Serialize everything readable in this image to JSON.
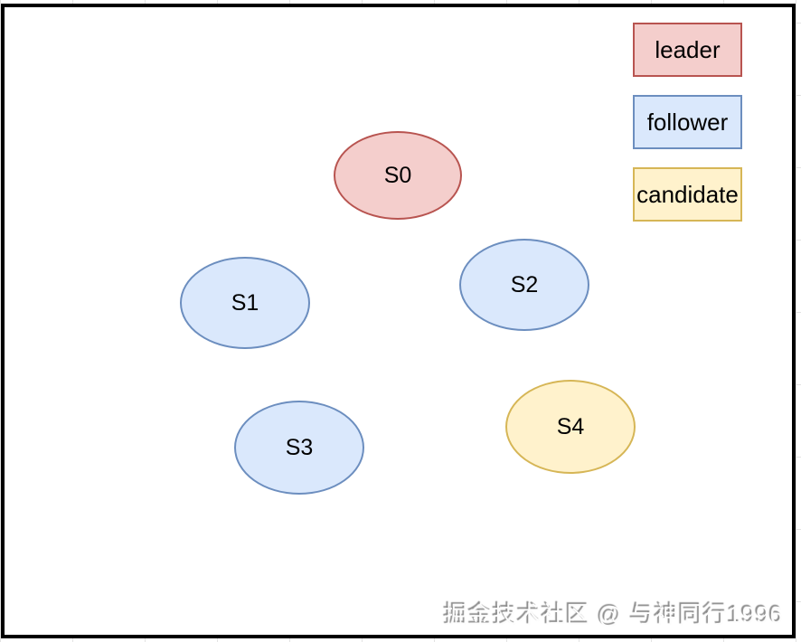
{
  "page": {
    "background": "#ffffff",
    "grid_color": "#e3e3e3",
    "frame_border_color": "#000000"
  },
  "legend": {
    "items": [
      {
        "label": "leader",
        "fill": "#f4cecc",
        "stroke": "#b85450"
      },
      {
        "label": "follower",
        "fill": "#dae8fc",
        "stroke": "#6c8ebf"
      },
      {
        "label": "candidate",
        "fill": "#fff2cc",
        "stroke": "#d6b656"
      }
    ]
  },
  "nodes": [
    {
      "label": "S0",
      "role": "leader",
      "fill": "#f4cecc",
      "stroke": "#b85450"
    },
    {
      "label": "S1",
      "role": "follower",
      "fill": "#dae8fc",
      "stroke": "#6c8ebf"
    },
    {
      "label": "S2",
      "role": "follower",
      "fill": "#dae8fc",
      "stroke": "#6c8ebf"
    },
    {
      "label": "S3",
      "role": "follower",
      "fill": "#dae8fc",
      "stroke": "#6c8ebf"
    },
    {
      "label": "S4",
      "role": "candidate",
      "fill": "#fff2cc",
      "stroke": "#d6b656"
    }
  ],
  "watermark": {
    "text": "掘金技术社区 @ 与神同行1996",
    "color": "#fdfdfd",
    "shadow_color": "#8a8a8a"
  }
}
